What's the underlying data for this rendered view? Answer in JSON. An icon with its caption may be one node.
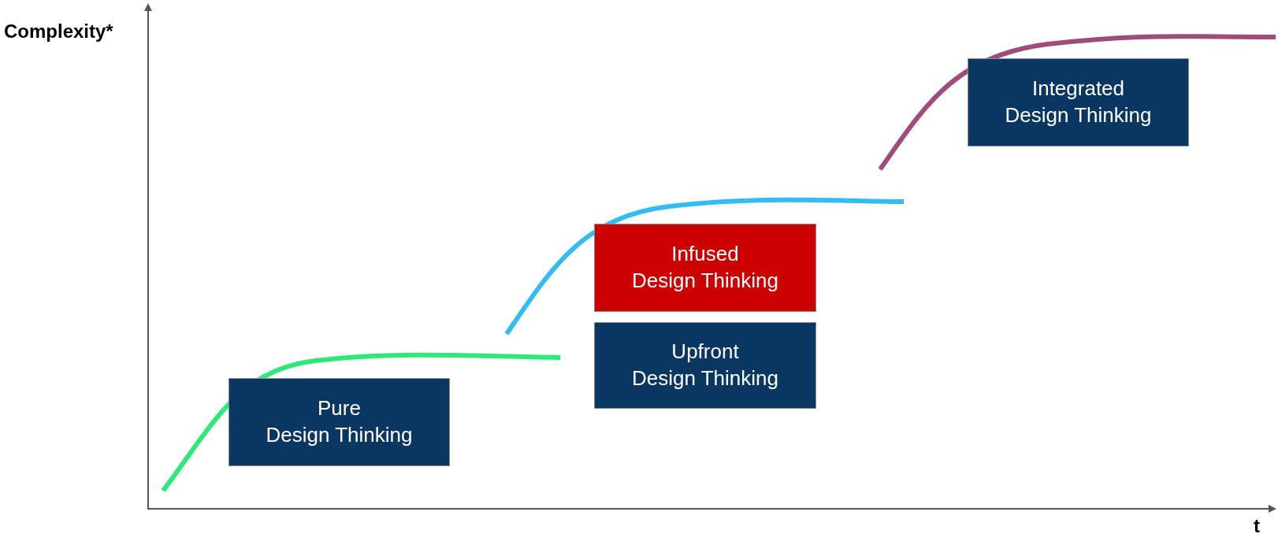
{
  "diagram": {
    "nodes": [
      {
        "text": [
          "Pure Design Thinking"
        ]
      },
      {
        "text": [
          "Infused Design Thinking"
        ]
      },
      {
        "text": [
          "Upfront Design Thinking"
        ]
      },
      {
        "text": [
          "Integrated Design Thinking"
        ]
      }
    ],
    "labels": [
      "Complexity*",
      "t"
    ]
  }
}
